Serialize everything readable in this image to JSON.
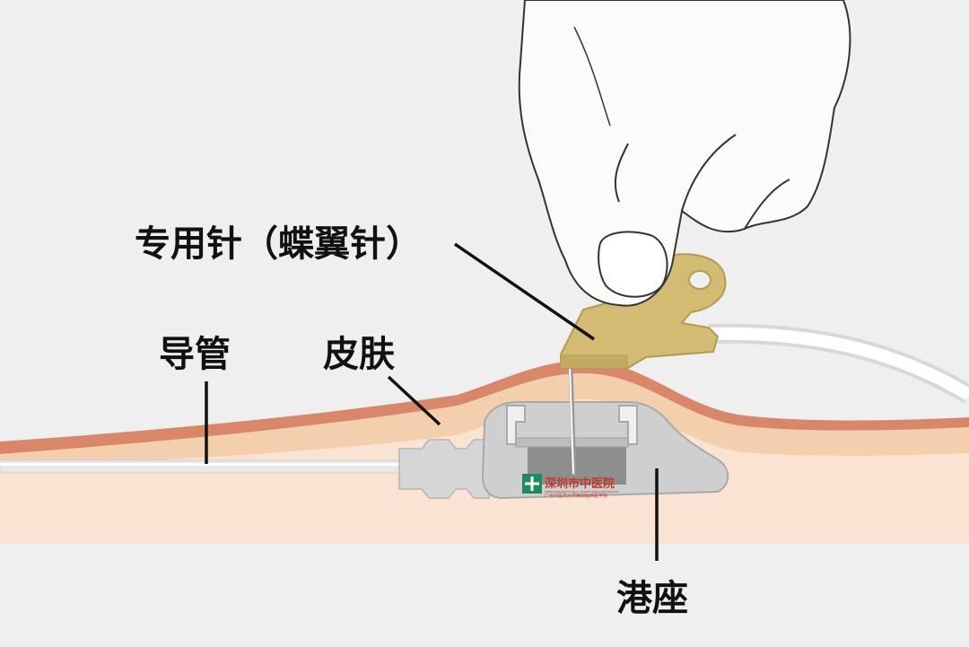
{
  "labels": {
    "needle": "专用针（蝶翼针）",
    "catheter": "导管",
    "skin": "皮肤",
    "port": "港座"
  },
  "watermark": {
    "hospital_name": "深圳市中医院",
    "subtitle_en": "SHENZHEN TRADITIONAL CHINESE MEDICINE HOSPITAL",
    "subtitle_cn": "广州中医药大学第四临床医学院"
  },
  "colors": {
    "background": "#efefef",
    "skin_outer": "#d9876a",
    "skin_mid": "#f2c9a3",
    "tissue": "#fbe3d3",
    "port_body": "#c9c9c9",
    "needle_hub": "#d4bb73",
    "hand": "#fbfbf9",
    "logo_green": "#1f8a5a",
    "logo_red": "#c0392b"
  }
}
